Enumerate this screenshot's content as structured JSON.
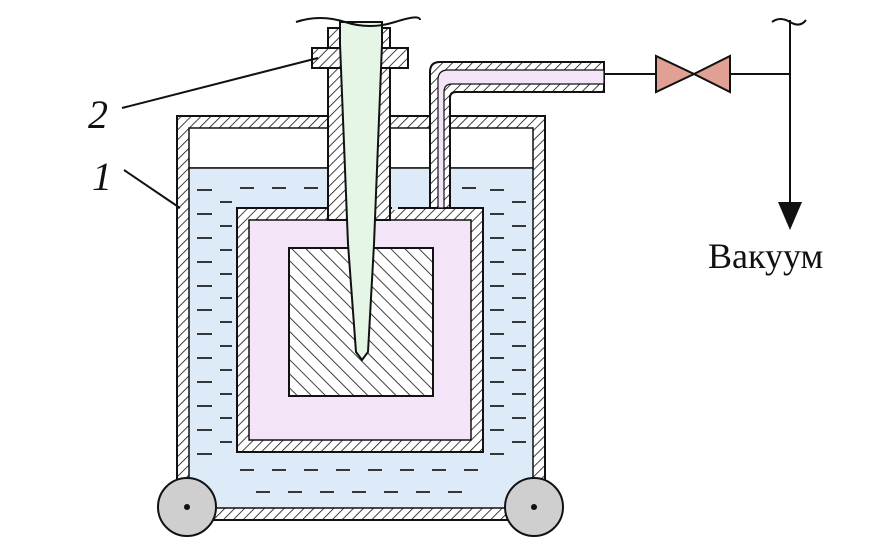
{
  "labels": {
    "callout_2": "2",
    "callout_1": "1",
    "vacuum": "Вакуум"
  },
  "colors": {
    "liquid": "#dcebf7",
    "inner_chamber": "#f4e4f8",
    "rod": "#e6f6e6",
    "valve": "#e0a094",
    "wheel": "#cfcfcf",
    "stroke": "#111111"
  }
}
